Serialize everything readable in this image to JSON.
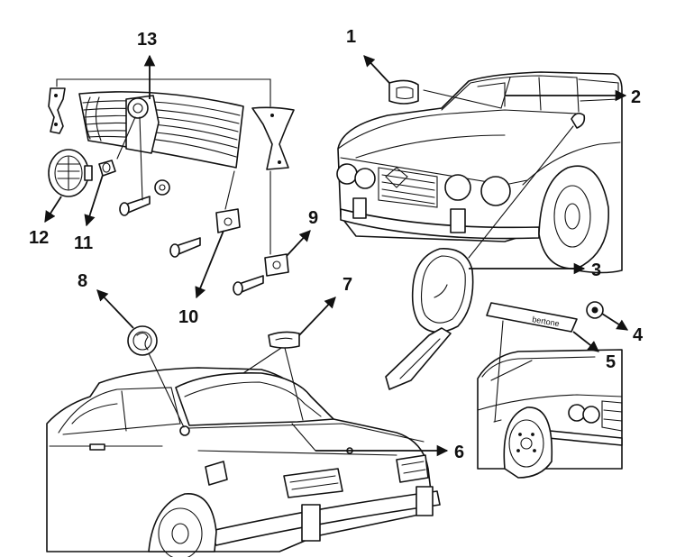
{
  "callouts": [
    "1",
    "2",
    "3",
    "4",
    "5",
    "6",
    "7",
    "8",
    "9",
    "10",
    "11",
    "12",
    "13"
  ],
  "badge_text": "bertone",
  "colors": {
    "ink": "#111111",
    "paper": "#ffffff"
  }
}
